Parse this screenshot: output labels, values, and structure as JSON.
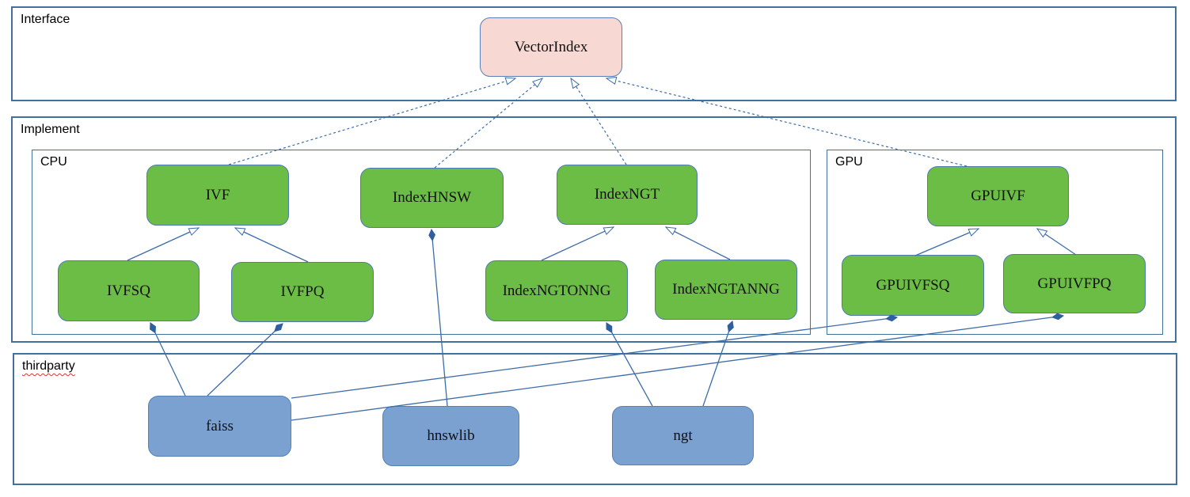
{
  "diagram": {
    "containers": {
      "interface": {
        "label": "Interface"
      },
      "implement": {
        "label": "Implement"
      },
      "cpu": {
        "label": "CPU"
      },
      "gpu": {
        "label": "GPU"
      },
      "thirdparty": {
        "label": "thirdparty"
      }
    },
    "nodes": {
      "vectorindex": {
        "label": "VectorIndex",
        "kind": "interface"
      },
      "ivf": {
        "label": "IVF",
        "kind": "cpu-implementation"
      },
      "indexhnsw": {
        "label": "IndexHNSW",
        "kind": "cpu-implementation"
      },
      "indexngt": {
        "label": "IndexNGT",
        "kind": "cpu-implementation"
      },
      "gpuivf": {
        "label": "GPUIVF",
        "kind": "gpu-implementation"
      },
      "ivfsq": {
        "label": "IVFSQ",
        "kind": "cpu-implementation"
      },
      "ivfpq": {
        "label": "IVFPQ",
        "kind": "cpu-implementation"
      },
      "indexngtonng": {
        "label": "IndexNGTONNG",
        "kind": "cpu-implementation"
      },
      "indexngtanng": {
        "label": "IndexNGTANNG",
        "kind": "cpu-implementation"
      },
      "gpuivfsq": {
        "label": "GPUIVFSQ",
        "kind": "gpu-implementation"
      },
      "gpuivfpq": {
        "label": "GPUIVFPQ",
        "kind": "gpu-implementation"
      },
      "faiss": {
        "label": "faiss",
        "kind": "thirdparty-library"
      },
      "hnswlib": {
        "label": "hnswlib",
        "kind": "thirdparty-library"
      },
      "ngt": {
        "label": "ngt",
        "kind": "thirdparty-library"
      }
    },
    "edges": [
      {
        "from": "IVF",
        "to": "VectorIndex",
        "type": "realization-dashed-hollow-arrow"
      },
      {
        "from": "IndexHNSW",
        "to": "VectorIndex",
        "type": "realization-dashed-hollow-arrow"
      },
      {
        "from": "IndexNGT",
        "to": "VectorIndex",
        "type": "realization-dashed-hollow-arrow"
      },
      {
        "from": "GPUIVF",
        "to": "VectorIndex",
        "type": "realization-dashed-hollow-arrow"
      },
      {
        "from": "IVFSQ",
        "to": "IVF",
        "type": "generalization-hollow-arrow"
      },
      {
        "from": "IVFPQ",
        "to": "IVF",
        "type": "generalization-hollow-arrow"
      },
      {
        "from": "IndexNGTONNG",
        "to": "IndexNGT",
        "type": "generalization-hollow-arrow"
      },
      {
        "from": "IndexNGTANNG",
        "to": "IndexNGT",
        "type": "generalization-hollow-arrow"
      },
      {
        "from": "GPUIVFSQ",
        "to": "GPUIVF",
        "type": "generalization-hollow-arrow"
      },
      {
        "from": "GPUIVFPQ",
        "to": "GPUIVF",
        "type": "generalization-hollow-arrow"
      },
      {
        "from": "faiss",
        "to": "IVFSQ",
        "type": "composition-filled-diamond"
      },
      {
        "from": "faiss",
        "to": "IVFPQ",
        "type": "composition-filled-diamond"
      },
      {
        "from": "faiss",
        "to": "GPUIVFSQ",
        "type": "composition-filled-diamond"
      },
      {
        "from": "faiss",
        "to": "GPUIVFPQ",
        "type": "composition-filled-diamond"
      },
      {
        "from": "hnswlib",
        "to": "IndexHNSW",
        "type": "composition-filled-diamond"
      },
      {
        "from": "ngt",
        "to": "IndexNGTONNG",
        "type": "composition-filled-diamond"
      },
      {
        "from": "ngt",
        "to": "IndexNGTANNG",
        "type": "composition-filled-diamond"
      }
    ],
    "colors": {
      "interface_fill": "#f8d8d3",
      "implementation_fill": "#6cbd45",
      "thirdparty_fill": "#7aa1d0",
      "connector_line": "#3c6ca8",
      "diamond_fill": "#2e5f9e",
      "container_border": "#41719c",
      "spellcheck_underline": "#d03a2a"
    }
  }
}
